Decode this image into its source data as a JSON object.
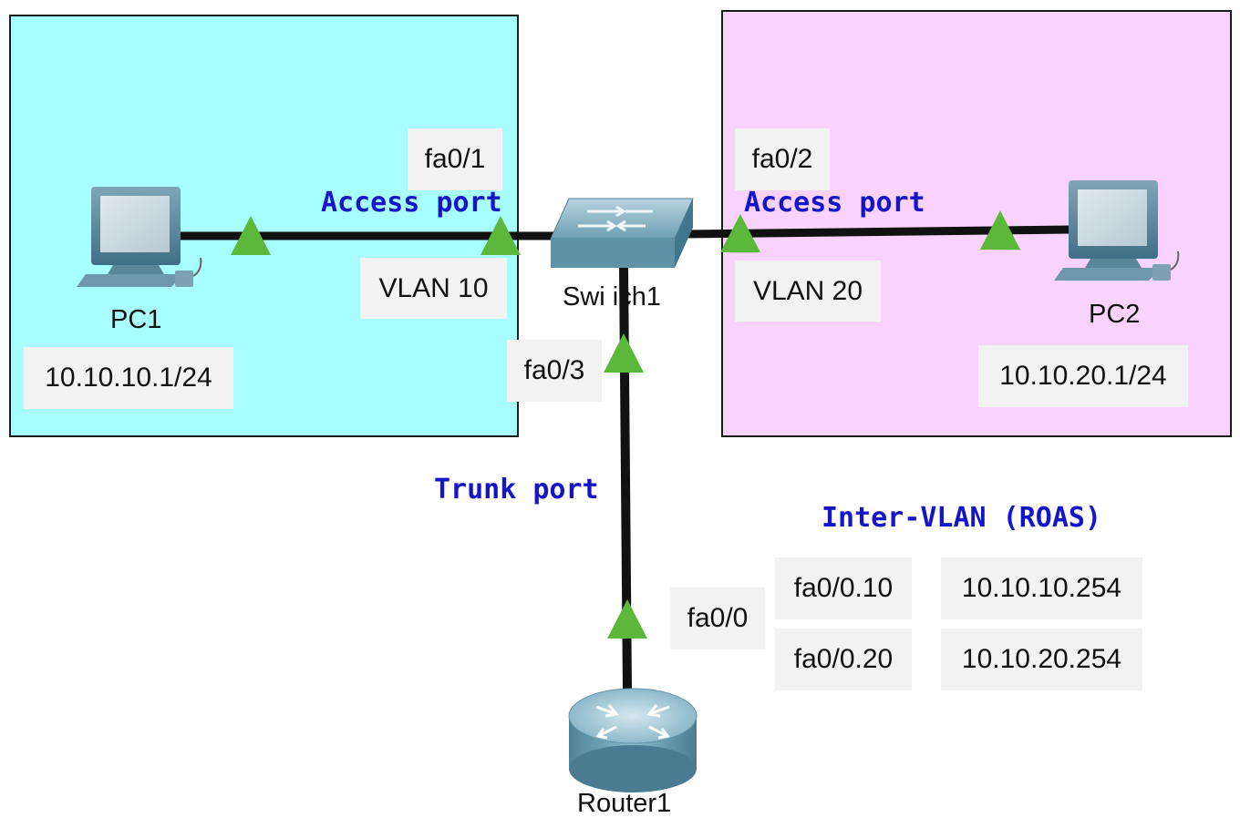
{
  "colors": {
    "vlan10_zone": "#a8fdfe",
    "vlan20_zone": "#f9d3fd",
    "link": "#111111",
    "port_up": "#5cb83a",
    "label_blue": "#1414c8",
    "tag_bg": "#f2f2f2"
  },
  "devices": {
    "pc1": {
      "name": "PC1",
      "ip": "10.10.10.1/24",
      "icon": "pc-icon"
    },
    "pc2": {
      "name": "PC2",
      "ip": "10.10.20.1/24",
      "icon": "pc-icon"
    },
    "switch1": {
      "name": "Swi ich1",
      "icon": "switch-icon"
    },
    "router1": {
      "name": "Router1",
      "icon": "router-icon"
    }
  },
  "ports": {
    "sw_fa01": "fa0/1",
    "sw_fa02": "fa0/2",
    "sw_fa03": "fa0/3",
    "r_fa00": "fa0/0"
  },
  "links": {
    "left_mode": "Access port",
    "left_vlan": "VLAN 10",
    "right_mode": "Access port",
    "right_vlan": "VLAN 20",
    "trunk_mode": "Trunk port"
  },
  "roas": {
    "title": "Inter-VLAN (ROAS)",
    "rows": [
      {
        "subif": "fa0/0.10",
        "ip": "10.10.10.254"
      },
      {
        "subif": "fa0/0.20",
        "ip": "10.10.20.254"
      }
    ]
  }
}
